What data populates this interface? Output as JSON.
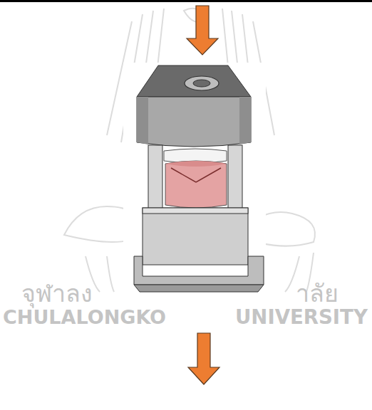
{
  "diagram": {
    "labels": [
      "จุฬาลง",
      "าลัย",
      "CHULALONGKO",
      "UNIVERSITY"
    ]
  }
}
